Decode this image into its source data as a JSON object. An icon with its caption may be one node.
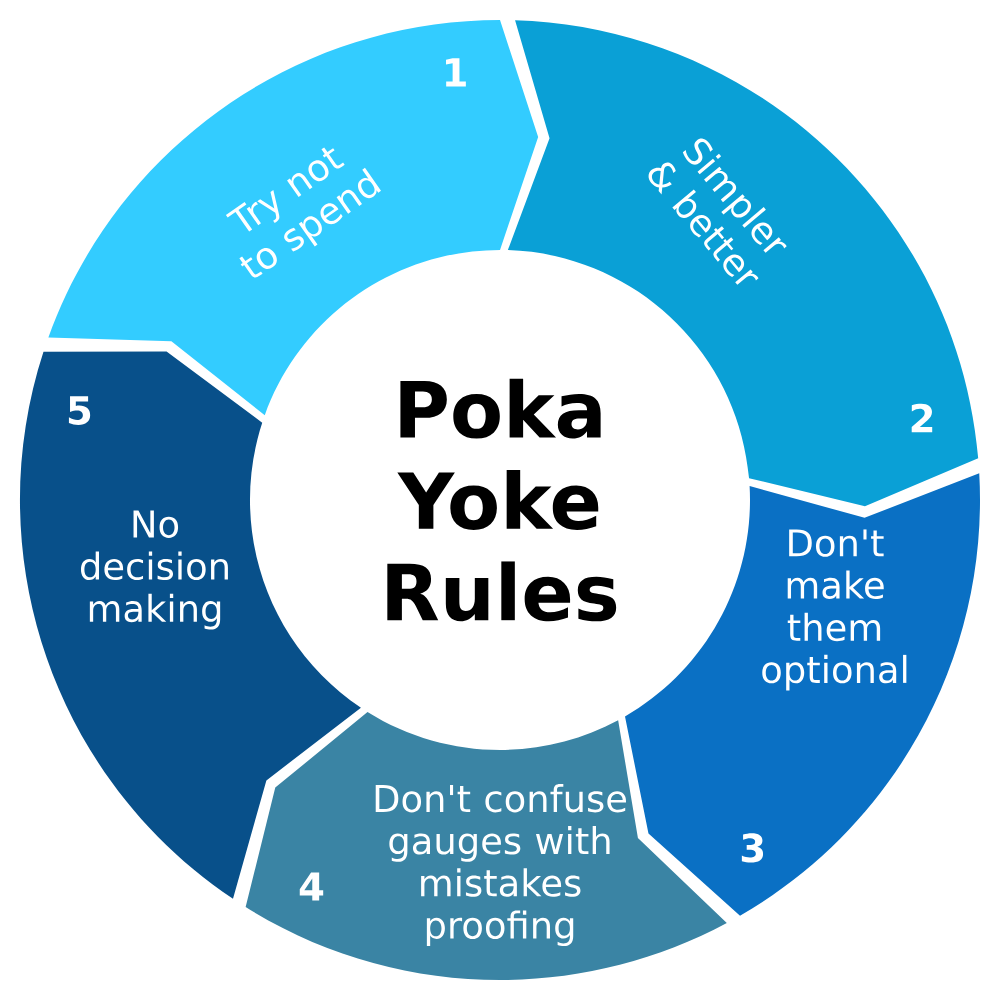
{
  "diagram": {
    "nodes": [
      {
        "text": [
          "Poka Yoke Rules"
        ]
      },
      {
        "text": [
          "1",
          "Try not to spend"
        ]
      },
      {
        "text": [
          "Simpler & better",
          "2"
        ]
      },
      {
        "text": [
          "Don't make them optional",
          "3"
        ]
      },
      {
        "text": [
          "4",
          "Don't confuse gauges with mistakes proofing"
        ]
      },
      {
        "text": [
          "5",
          "No decision making"
        ]
      }
    ]
  }
}
